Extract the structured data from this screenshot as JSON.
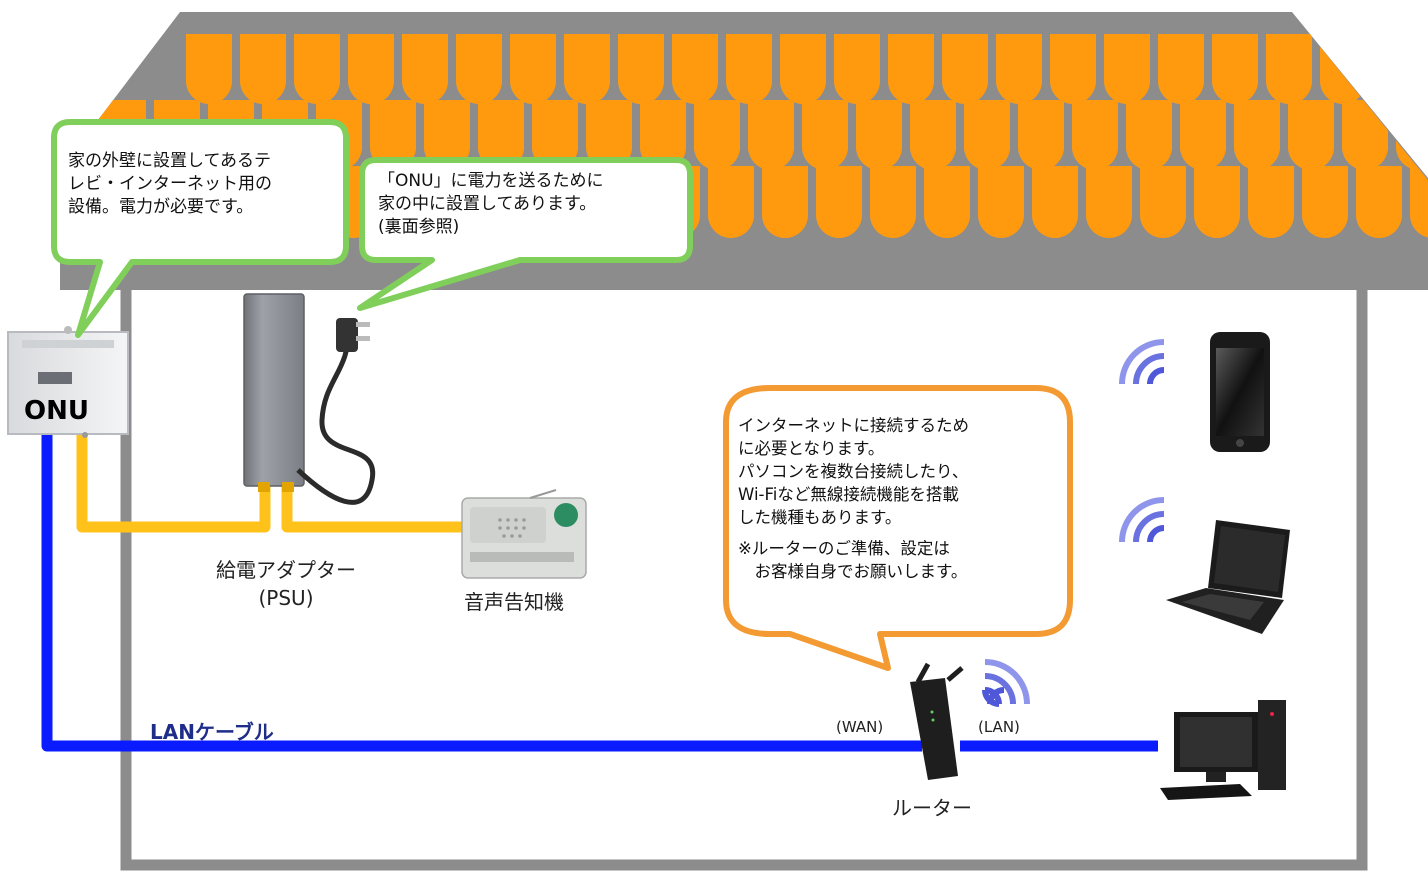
{
  "bubbles": {
    "onu": {
      "lines": [
        "家の外壁に設置してあるテ",
        "レビ・インターネット用の",
        "設備。電力が必要です。"
      ],
      "border": "#7fcf5a"
    },
    "psu": {
      "lines": [
        "「ONU」に電力を送るために",
        "家の中に設置してあります。",
        "(裏面参照)"
      ],
      "border": "#7fcf5a"
    },
    "router": {
      "lines": [
        "インターネットに接続するため",
        "に必要となります。",
        "パソコンを複数台接続したり、",
        "Wi-Fiなど無線接続機能を搭載",
        "した機種もあります。"
      ],
      "note_lines": [
        "※ルーターのご準備、設定は",
        "　お客様自身でお願いします。"
      ],
      "border": "#f39a33"
    }
  },
  "devices": {
    "onu_label": "ONU",
    "psu_label_line1": "給電アダプター",
    "psu_label_line2": "(PSU)",
    "announcer_label": "音声告知機",
    "router_label": "ルーター",
    "wan_label": "(WAN)",
    "lan_label": "(LAN)"
  },
  "cables": {
    "lan_cable_label": "LANケーブル"
  },
  "colors": {
    "roof_orange": "#ff9a0e",
    "house_gray": "#8c8c8c",
    "power_cable": "#ffc21a",
    "lan_cable": "#0a1bff",
    "wifi": "#4f58d8"
  }
}
